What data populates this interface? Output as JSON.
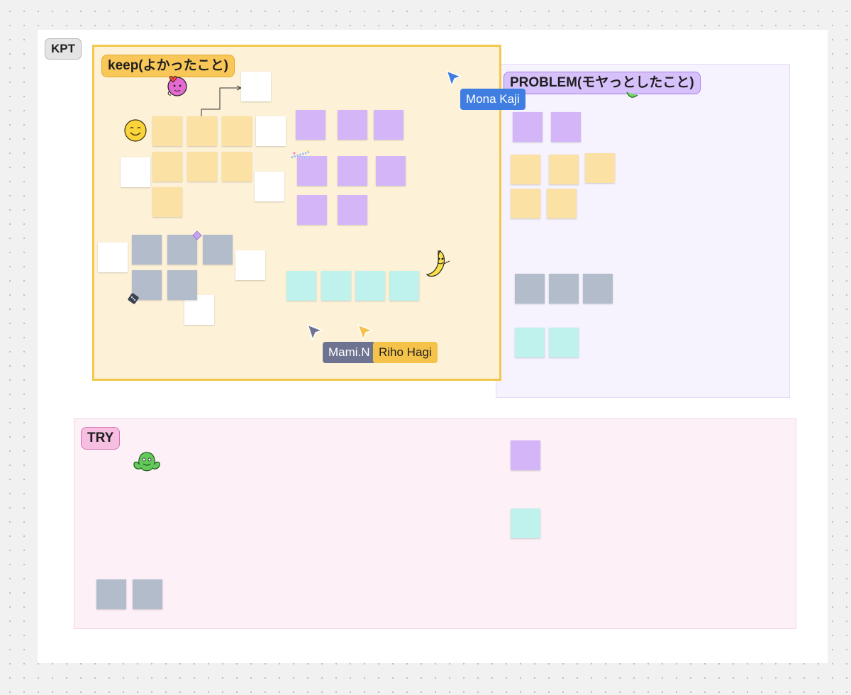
{
  "board": {
    "frame_label": "KPT",
    "keep_label": "keep(よかったこと)",
    "problem_label": "PROBLEM(モヤっとしたこと)",
    "try_label": "TRY"
  },
  "cursors": [
    {
      "name": "Mona Kaji",
      "color": "#3f7ee0"
    },
    {
      "name": "Mami.N",
      "color": "#6d7390"
    },
    {
      "name": "Riho Hagi",
      "color": "#f5c34a"
    }
  ],
  "colors": {
    "keep_accent": "#f2c94c",
    "problem_accent": "#b690f0",
    "try_accent": "#e58bc4",
    "sticky_yellow": "#fbe1a3",
    "sticky_purple": "#d4b6f8",
    "sticky_gray": "#b3bccb",
    "sticky_cyan": "#bff2ec"
  },
  "stickers": [
    "heart-character-sticker",
    "smiley-face-sticker",
    "banana-sticker",
    "sparkle-sticker",
    "dice-sticker",
    "diamond-sticker",
    "green-monster-sticker",
    "green-claw-sticker"
  ]
}
